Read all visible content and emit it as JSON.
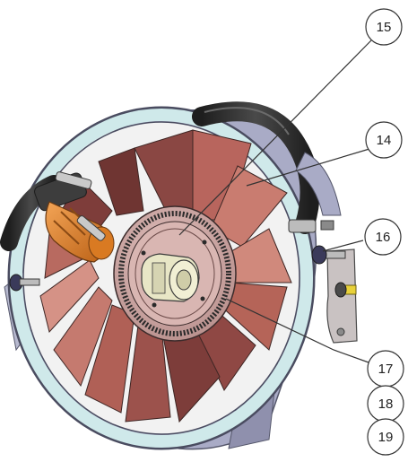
{
  "callouts": [
    {
      "id": "c15",
      "label": "15"
    },
    {
      "id": "c14",
      "label": "14"
    },
    {
      "id": "c16",
      "label": "16"
    },
    {
      "id": "c17",
      "label": "17"
    },
    {
      "id": "c18",
      "label": "18"
    },
    {
      "id": "c19",
      "label": "19"
    }
  ],
  "colors": {
    "blade_light": "#c7786e",
    "blade_dark": "#7d3f3b",
    "shroud_rim": "#cfe9ea",
    "housing": "#a7a8c2",
    "hose": "#2c2c2c",
    "clamp": "#e68a2e"
  }
}
